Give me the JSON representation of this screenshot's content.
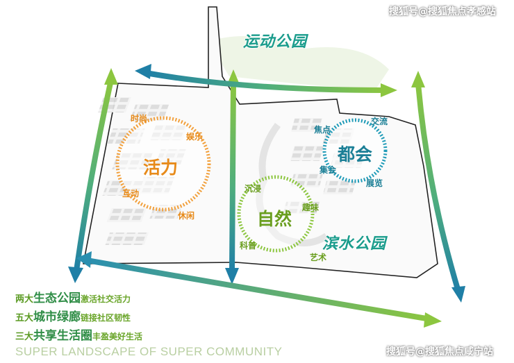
{
  "watermark_top": "搜狐号@搜狐焦点孝感站",
  "watermark_bottom": "搜狐号@搜狐焦点咸宁站",
  "parks": {
    "sports": "运动公园",
    "waterfront": "滨水公园"
  },
  "hubs": {
    "vitality": {
      "title": "活力",
      "tags": [
        "时尚",
        "娱乐",
        "互动",
        "休闲"
      ]
    },
    "nature": {
      "title": "自然",
      "tags": [
        "沉浸",
        "趣味",
        "科普",
        "艺术"
      ]
    },
    "urban": {
      "title": "都会",
      "tags": [
        "交流",
        "焦点",
        "集会",
        "展览"
      ]
    }
  },
  "legend": [
    {
      "count": "两大",
      "key": "生态公园",
      "desc": "激活社交活力"
    },
    {
      "count": "五大",
      "key": "城市绿廊",
      "desc": "链接社区韧性"
    },
    {
      "count": "三大",
      "key": "共享生活圈",
      "desc": "丰盈美好生活"
    }
  ],
  "subtitle": "SUPER LANDSCAPE OF SUPER COMMUNITY",
  "colors": {
    "green": "#8cc63f",
    "teal": "#1f8fa6",
    "orange": "#f0a030",
    "hub_orange": "#f2a03c"
  }
}
